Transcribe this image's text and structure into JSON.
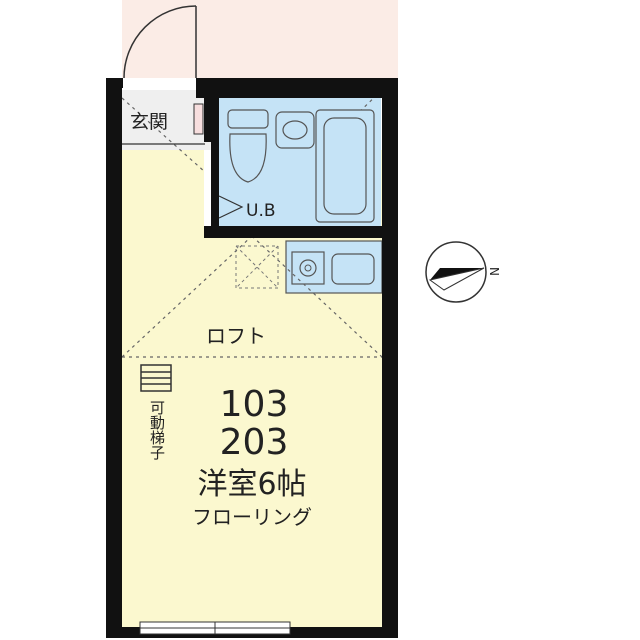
{
  "plan": {
    "entrance_label": "玄関",
    "unit_bath_label": "U.B",
    "loft_label": "ロフト",
    "ladder_label": "可動梯子",
    "room_number_1": "103",
    "room_number_2": "203",
    "room_type": "洋室6帖",
    "floor_type": "フローリング",
    "compass_label": "N"
  },
  "colors": {
    "wall": "#111111",
    "room_floor": "#fbf8cf",
    "wet_area": "#c5e3f6",
    "exterior": "#fbece6",
    "entrance_floor": "#efefef"
  }
}
